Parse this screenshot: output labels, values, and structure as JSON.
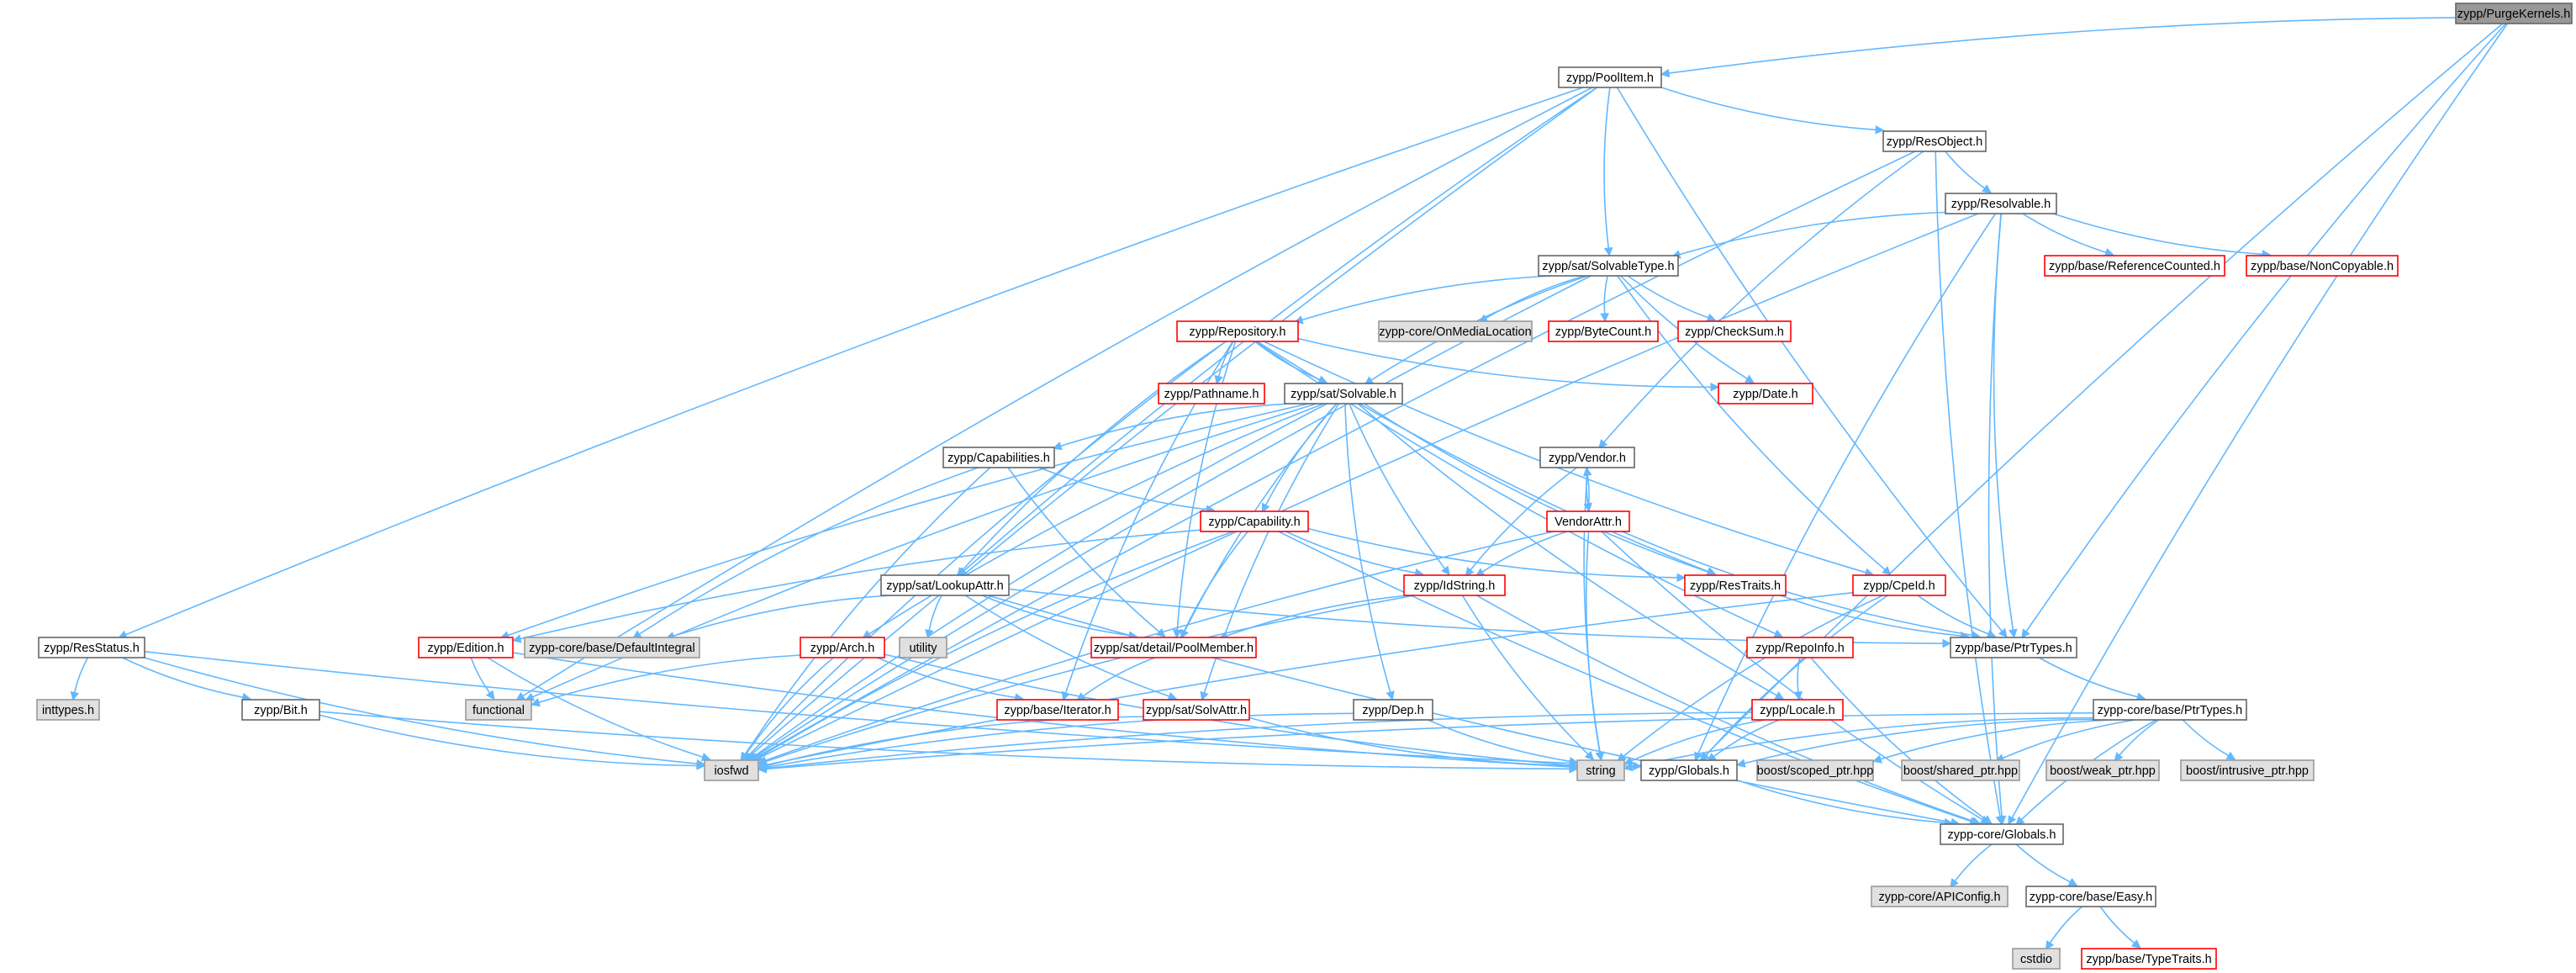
{
  "diagram": {
    "type": "include-dependency-graph",
    "colors": {
      "edge": "#63b8ff",
      "node_border": "#666666",
      "node_border_red": "#ff0000",
      "external_fill": "#e0e0e0",
      "root_fill": "#999999"
    },
    "nodes": [
      {
        "id": "purgekernels",
        "label": "zypp/PurgeKernels.h",
        "style": "root"
      },
      {
        "id": "poolitem",
        "label": "zypp/PoolItem.h",
        "style": "normal"
      },
      {
        "id": "resobject",
        "label": "zypp/ResObject.h",
        "style": "normal"
      },
      {
        "id": "resolvable",
        "label": "zypp/Resolvable.h",
        "style": "normal"
      },
      {
        "id": "solvabletype",
        "label": "zypp/sat/SolvableType.h",
        "style": "normal"
      },
      {
        "id": "refcounted",
        "label": "zypp/base/ReferenceCounted.h",
        "style": "red"
      },
      {
        "id": "noncopyable",
        "label": "zypp/base/NonCopyable.h",
        "style": "red"
      },
      {
        "id": "repository",
        "label": "zypp/Repository.h",
        "style": "red"
      },
      {
        "id": "onmedialocation",
        "label": "zypp-core/OnMediaLocation",
        "style": "gray"
      },
      {
        "id": "bytecount",
        "label": "zypp/ByteCount.h",
        "style": "red"
      },
      {
        "id": "checksum",
        "label": "zypp/CheckSum.h",
        "style": "red"
      },
      {
        "id": "pathname",
        "label": "zypp/Pathname.h",
        "style": "red"
      },
      {
        "id": "solvable",
        "label": "zypp/sat/Solvable.h",
        "style": "normal"
      },
      {
        "id": "date",
        "label": "zypp/Date.h",
        "style": "red"
      },
      {
        "id": "capabilities",
        "label": "zypp/Capabilities.h",
        "style": "normal"
      },
      {
        "id": "vendor",
        "label": "zypp/Vendor.h",
        "style": "normal"
      },
      {
        "id": "capability",
        "label": "zypp/Capability.h",
        "style": "red"
      },
      {
        "id": "vendorattr",
        "label": "VendorAttr.h",
        "style": "red"
      },
      {
        "id": "lookupattr",
        "label": "zypp/sat/LookupAttr.h",
        "style": "normal"
      },
      {
        "id": "idstring",
        "label": "zypp/IdString.h",
        "style": "red"
      },
      {
        "id": "restraits",
        "label": "zypp/ResTraits.h",
        "style": "red"
      },
      {
        "id": "cpeid",
        "label": "zypp/CpeId.h",
        "style": "red"
      },
      {
        "id": "resstatus",
        "label": "zypp/ResStatus.h",
        "style": "normal"
      },
      {
        "id": "edition",
        "label": "zypp/Edition.h",
        "style": "red"
      },
      {
        "id": "defaultintegral",
        "label": "zypp-core/base/DefaultIntegral",
        "style": "gray"
      },
      {
        "id": "utility",
        "label": "utility",
        "style": "gray"
      },
      {
        "id": "arch",
        "label": "zypp/Arch.h",
        "style": "red"
      },
      {
        "id": "poolmember",
        "label": "zypp/sat/detail/PoolMember.h",
        "style": "red"
      },
      {
        "id": "repoinfo",
        "label": "zypp/RepoInfo.h",
        "style": "red"
      },
      {
        "id": "ptrtypes",
        "label": "zypp/base/PtrTypes.h",
        "style": "normal"
      },
      {
        "id": "inttypes",
        "label": "inttypes.h",
        "style": "gray"
      },
      {
        "id": "bit",
        "label": "zypp/Bit.h",
        "style": "normal"
      },
      {
        "id": "functional",
        "label": "functional",
        "style": "gray"
      },
      {
        "id": "iterator",
        "label": "zypp/base/Iterator.h",
        "style": "red"
      },
      {
        "id": "solvattr",
        "label": "zypp/sat/SolvAttr.h",
        "style": "red"
      },
      {
        "id": "dep",
        "label": "zypp/Dep.h",
        "style": "normal"
      },
      {
        "id": "locale",
        "label": "zypp/Locale.h",
        "style": "red"
      },
      {
        "id": "coreptrtypes",
        "label": "zypp-core/base/PtrTypes.h",
        "style": "normal"
      },
      {
        "id": "iosfwd",
        "label": "iosfwd",
        "style": "gray"
      },
      {
        "id": "string",
        "label": "string",
        "style": "gray"
      },
      {
        "id": "globals",
        "label": "zypp/Globals.h",
        "style": "normal"
      },
      {
        "id": "scopedptr",
        "label": "boost/scoped_ptr.hpp",
        "style": "gray"
      },
      {
        "id": "sharedptr",
        "label": "boost/shared_ptr.hpp",
        "style": "gray"
      },
      {
        "id": "weakptr",
        "label": "boost/weak_ptr.hpp",
        "style": "gray"
      },
      {
        "id": "intrusiveptr",
        "label": "boost/intrusive_ptr.hpp",
        "style": "gray"
      },
      {
        "id": "coreglobals",
        "label": "zypp-core/Globals.h",
        "style": "normal"
      },
      {
        "id": "apiconfig",
        "label": "zypp-core/APIConfig.h",
        "style": "gray"
      },
      {
        "id": "easy",
        "label": "zypp-core/base/Easy.h",
        "style": "normal"
      },
      {
        "id": "cstdio",
        "label": "cstdio",
        "style": "gray"
      },
      {
        "id": "typetraits",
        "label": "zypp/base/TypeTraits.h",
        "style": "red"
      }
    ],
    "edges": [
      [
        "purgekernels",
        "poolitem"
      ],
      [
        "purgekernels",
        "ptrtypes"
      ],
      [
        "purgekernels",
        "globals"
      ],
      [
        "purgekernels",
        "coreglobals"
      ],
      [
        "poolitem",
        "resobject"
      ],
      [
        "poolitem",
        "solvabletype"
      ],
      [
        "poolitem",
        "ptrtypes"
      ],
      [
        "poolitem",
        "resstatus"
      ],
      [
        "poolitem",
        "functional"
      ],
      [
        "poolitem",
        "iosfwd"
      ],
      [
        "poolitem",
        "lookupattr"
      ],
      [
        "resobject",
        "resolvable"
      ],
      [
        "resobject",
        "vendor"
      ],
      [
        "resobject",
        "iosfwd"
      ],
      [
        "resobject",
        "coreglobals"
      ],
      [
        "resolvable",
        "solvabletype"
      ],
      [
        "resolvable",
        "refcounted"
      ],
      [
        "resolvable",
        "noncopyable"
      ],
      [
        "resolvable",
        "ptrtypes"
      ],
      [
        "resolvable",
        "globals"
      ],
      [
        "resolvable",
        "coreglobals"
      ],
      [
        "resolvable",
        "iosfwd"
      ],
      [
        "solvabletype",
        "repository"
      ],
      [
        "solvabletype",
        "onmedialocation"
      ],
      [
        "solvabletype",
        "bytecount"
      ],
      [
        "solvabletype",
        "checksum"
      ],
      [
        "solvabletype",
        "date"
      ],
      [
        "solvabletype",
        "solvable"
      ],
      [
        "solvabletype",
        "cpeid"
      ],
      [
        "solvabletype",
        "iosfwd"
      ],
      [
        "repository",
        "pathname"
      ],
      [
        "repository",
        "solvable"
      ],
      [
        "repository",
        "date"
      ],
      [
        "repository",
        "cpeid"
      ],
      [
        "repository",
        "restraits"
      ],
      [
        "repository",
        "repoinfo"
      ],
      [
        "repository",
        "poolmember"
      ],
      [
        "repository",
        "iterator"
      ],
      [
        "repository",
        "lookupattr"
      ],
      [
        "repository",
        "iosfwd"
      ],
      [
        "solvable",
        "capabilities"
      ],
      [
        "solvable",
        "capability"
      ],
      [
        "solvable",
        "idstring"
      ],
      [
        "solvable",
        "poolmember"
      ],
      [
        "solvable",
        "edition"
      ],
      [
        "solvable",
        "arch"
      ],
      [
        "solvable",
        "solvattr"
      ],
      [
        "solvable",
        "dep"
      ],
      [
        "solvable",
        "locale"
      ],
      [
        "solvable",
        "restraits"
      ],
      [
        "solvable",
        "iosfwd"
      ],
      [
        "solvable",
        "functional"
      ],
      [
        "capabilities",
        "capability"
      ],
      [
        "capabilities",
        "poolmember"
      ],
      [
        "capabilities",
        "defaultintegral"
      ],
      [
        "capabilities",
        "iosfwd"
      ],
      [
        "vendor",
        "vendorattr"
      ],
      [
        "vendor",
        "idstring"
      ],
      [
        "vendor",
        "string"
      ],
      [
        "vendorattr",
        "vendor"
      ],
      [
        "vendorattr",
        "idstring"
      ],
      [
        "vendorattr",
        "ptrtypes"
      ],
      [
        "vendorattr",
        "string"
      ],
      [
        "vendorattr",
        "iosfwd"
      ],
      [
        "vendorattr",
        "coreglobals"
      ],
      [
        "capability",
        "idstring"
      ],
      [
        "capability",
        "poolmember"
      ],
      [
        "capability",
        "edition"
      ],
      [
        "capability",
        "restraits"
      ],
      [
        "capability",
        "iosfwd"
      ],
      [
        "capability",
        "coreglobals"
      ],
      [
        "lookupattr",
        "defaultintegral"
      ],
      [
        "lookupattr",
        "utility"
      ],
      [
        "lookupattr",
        "poolmember"
      ],
      [
        "lookupattr",
        "solvattr"
      ],
      [
        "lookupattr",
        "ptrtypes"
      ],
      [
        "lookupattr",
        "coreglobals"
      ],
      [
        "idstring",
        "poolmember"
      ],
      [
        "idstring",
        "string"
      ],
      [
        "idstring",
        "iosfwd"
      ],
      [
        "idstring",
        "coreglobals"
      ],
      [
        "restraits",
        "ptrtypes"
      ],
      [
        "cpeid",
        "ptrtypes"
      ],
      [
        "cpeid",
        "globals"
      ],
      [
        "cpeid",
        "iosfwd"
      ],
      [
        "cpeid",
        "string"
      ],
      [
        "resstatus",
        "inttypes"
      ],
      [
        "resstatus",
        "bit"
      ],
      [
        "resstatus",
        "iosfwd"
      ],
      [
        "resstatus",
        "globals"
      ],
      [
        "edition",
        "functional"
      ],
      [
        "edition",
        "iosfwd"
      ],
      [
        "edition",
        "string"
      ],
      [
        "arch",
        "functional"
      ],
      [
        "arch",
        "iterator"
      ],
      [
        "arch",
        "iosfwd"
      ],
      [
        "arch",
        "string"
      ],
      [
        "poolmember",
        "iterator"
      ],
      [
        "repoinfo",
        "locale"
      ],
      [
        "repoinfo",
        "coreglobals"
      ],
      [
        "ptrtypes",
        "coreptrtypes"
      ],
      [
        "bit",
        "iosfwd"
      ],
      [
        "bit",
        "string"
      ],
      [
        "solvattr",
        "iosfwd"
      ],
      [
        "solvattr",
        "string"
      ],
      [
        "dep",
        "iosfwd"
      ],
      [
        "dep",
        "string"
      ],
      [
        "locale",
        "globals"
      ],
      [
        "locale",
        "iosfwd"
      ],
      [
        "locale",
        "string"
      ],
      [
        "coreptrtypes",
        "iosfwd"
      ],
      [
        "coreptrtypes",
        "string"
      ],
      [
        "coreptrtypes",
        "scopedptr"
      ],
      [
        "coreptrtypes",
        "sharedptr"
      ],
      [
        "coreptrtypes",
        "weakptr"
      ],
      [
        "coreptrtypes",
        "intrusiveptr"
      ],
      [
        "coreptrtypes",
        "globals"
      ],
      [
        "coreptrtypes",
        "coreglobals"
      ],
      [
        "globals",
        "coreglobals"
      ],
      [
        "coreglobals",
        "apiconfig"
      ],
      [
        "coreglobals",
        "easy"
      ],
      [
        "easy",
        "cstdio"
      ],
      [
        "easy",
        "typetraits"
      ]
    ]
  }
}
